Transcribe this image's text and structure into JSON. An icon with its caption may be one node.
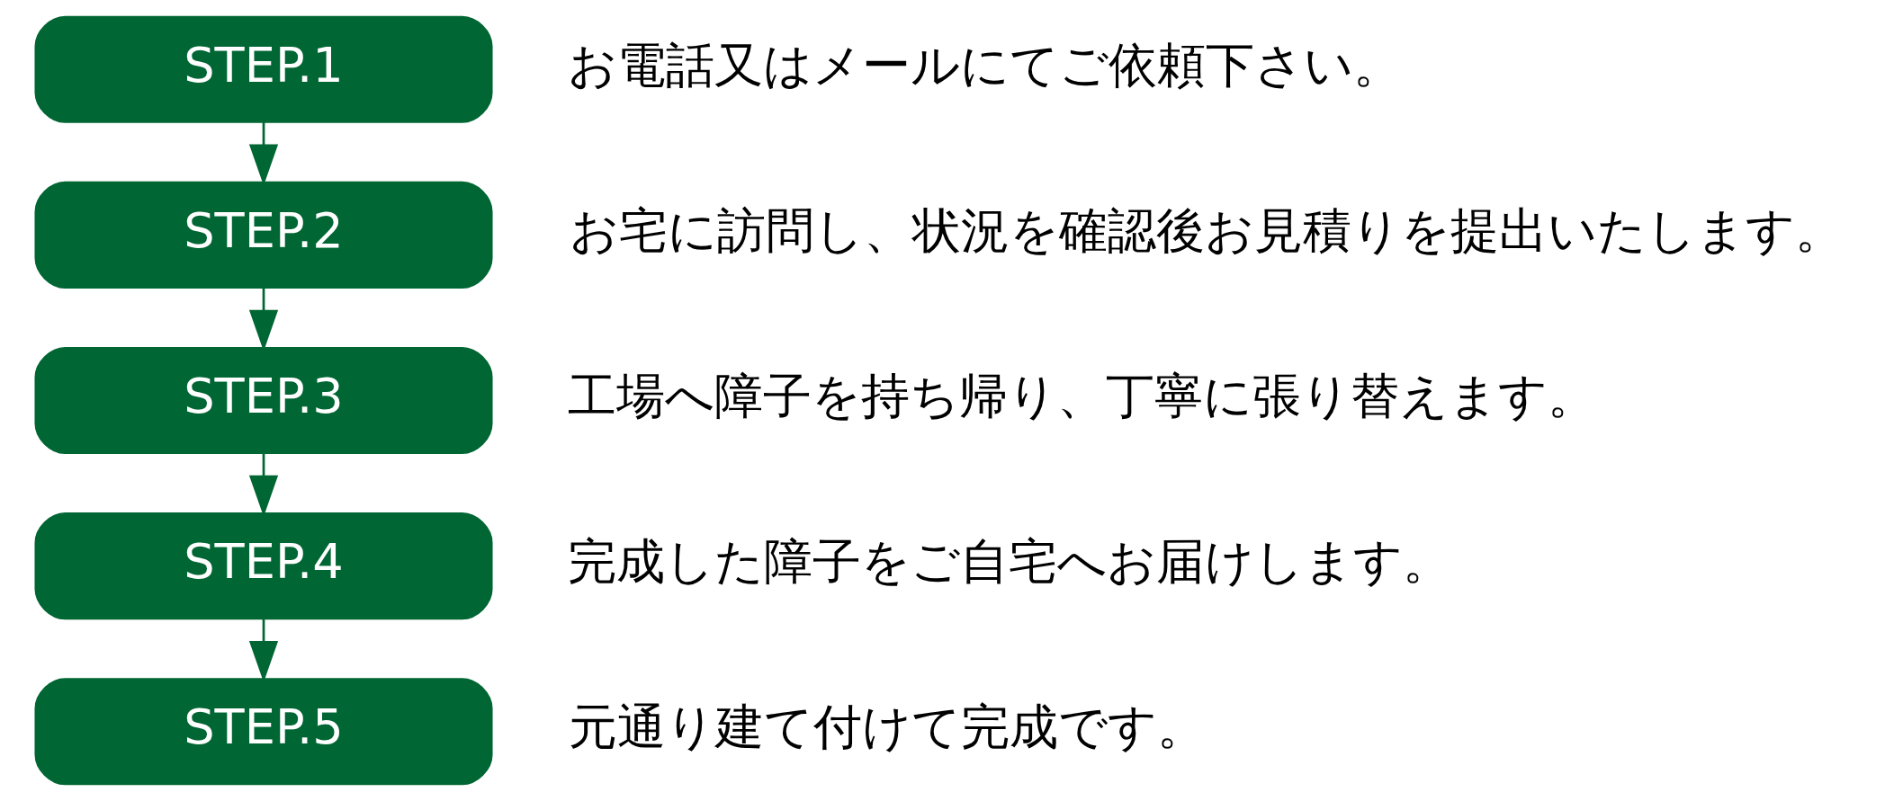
{
  "diagram": {
    "nodes": [
      {
        "text": [
          "STEP.1"
        ],
        "beside": [
          "お電話又はメールにてご依頼下さい。"
        ]
      },
      {
        "text": [
          "STEP.2"
        ],
        "beside": [
          "お宅に訪問し、状況を確認後お見積りを提出いたします。"
        ]
      },
      {
        "text": [
          "STEP.3"
        ],
        "beside": [
          "工場へ障子を持ち帰り、丁寧に張り替えます。"
        ]
      },
      {
        "text": [
          "STEP.4"
        ],
        "beside": [
          "完成した障子をご自宅へお届けします。"
        ]
      },
      {
        "text": [
          "STEP.5"
        ],
        "beside": [
          "元通り建て付けて完成です。"
        ]
      }
    ],
    "edges": [
      {
        "from": 0,
        "to": 1,
        "arrow": "to"
      },
      {
        "from": 1,
        "to": 2,
        "arrow": "to"
      },
      {
        "from": 2,
        "to": 3,
        "arrow": "to"
      },
      {
        "from": 3,
        "to": 4,
        "arrow": "to"
      }
    ]
  }
}
